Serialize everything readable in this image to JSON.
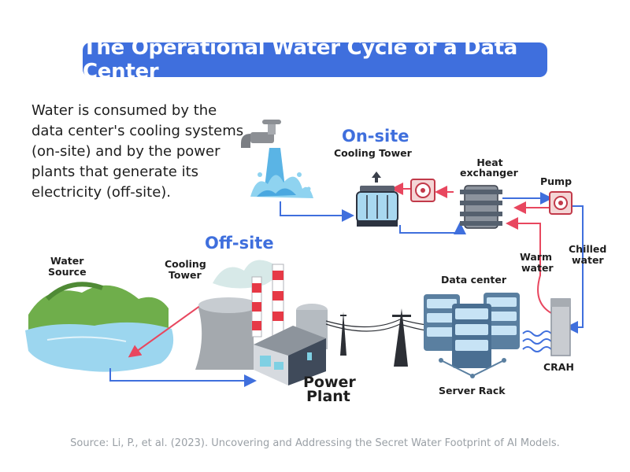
{
  "title": "The Operational Water Cycle of a Data Center",
  "intro": "Water is consumed by the data center's cooling systems (on-site) and by the power plants that generate its electricity (off-site).",
  "labels": {
    "on_site": "On-site",
    "off_site": "Off-site",
    "cooling_tower_onsite": "Cooling Tower",
    "heat_exchanger_1": "Heat",
    "heat_exchanger_2": "exchanger",
    "pump": "Pump",
    "chilled_1": "Chilled",
    "chilled_2": "water",
    "warm_1": "Warm",
    "warm_2": "water",
    "data_center": "Data center",
    "server_rack": "Server Rack",
    "crah": "CRAH",
    "water_source_1": "Water",
    "water_source_2": "Source",
    "cooling_tower_offsite_1": "Cooling",
    "cooling_tower_offsite_2": "Tower",
    "power_1": "Power",
    "power_2": "Plant"
  },
  "source": "Source: Li, P., et al. (2023). Uncovering and Addressing the Secret Water Footprint of AI Models.",
  "colors": {
    "accent_blue": "#3f6fdd",
    "flow_blue": "#3f6fdd",
    "flow_red": "#e8475f",
    "water": "#8fd3f0"
  }
}
